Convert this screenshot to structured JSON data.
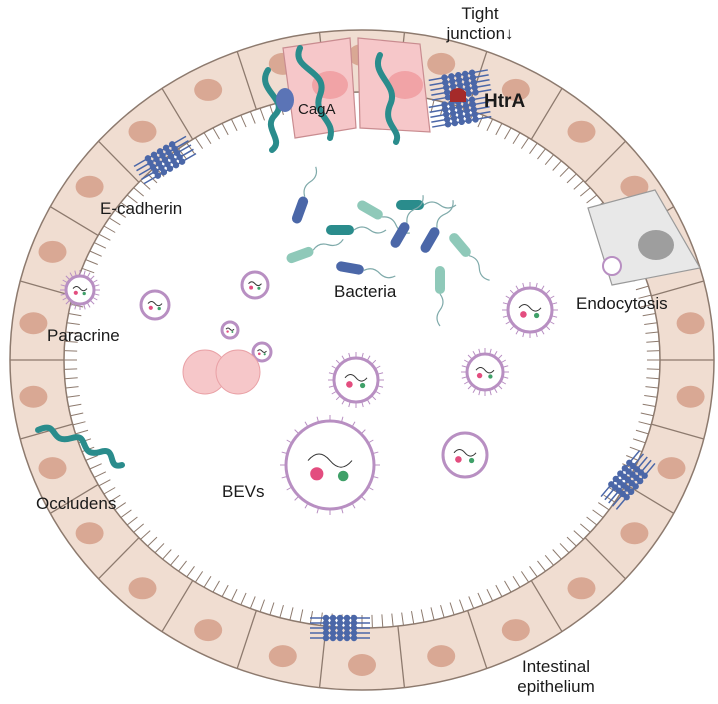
{
  "labels": {
    "tight_junction": "Tight\njunction↓",
    "htra": "HtrA",
    "caga": "CagA",
    "e_cadherin": "E-cadherin",
    "bacteria": "Bacteria",
    "endocytosis": "Endocytosis",
    "paracrine": "Paracrine",
    "occludens": "Occludens",
    "bevs": "BEVs",
    "intestinal_epithelium": "Intestinal\nepithelium"
  },
  "colors": {
    "cell_fill": "#f0ddd1",
    "cell_stroke": "#8d7a6e",
    "nucleus": "#d9a894",
    "infected_cell": "#f6c7c9",
    "infected_nucleus": "#f1a3a6",
    "endocytic_cell": "#e8e8e8",
    "junction_blue": "#4b67a8",
    "bacteria_teal": "#2a8c8c",
    "vesicle_pink": "#b88fc2"
  }
}
